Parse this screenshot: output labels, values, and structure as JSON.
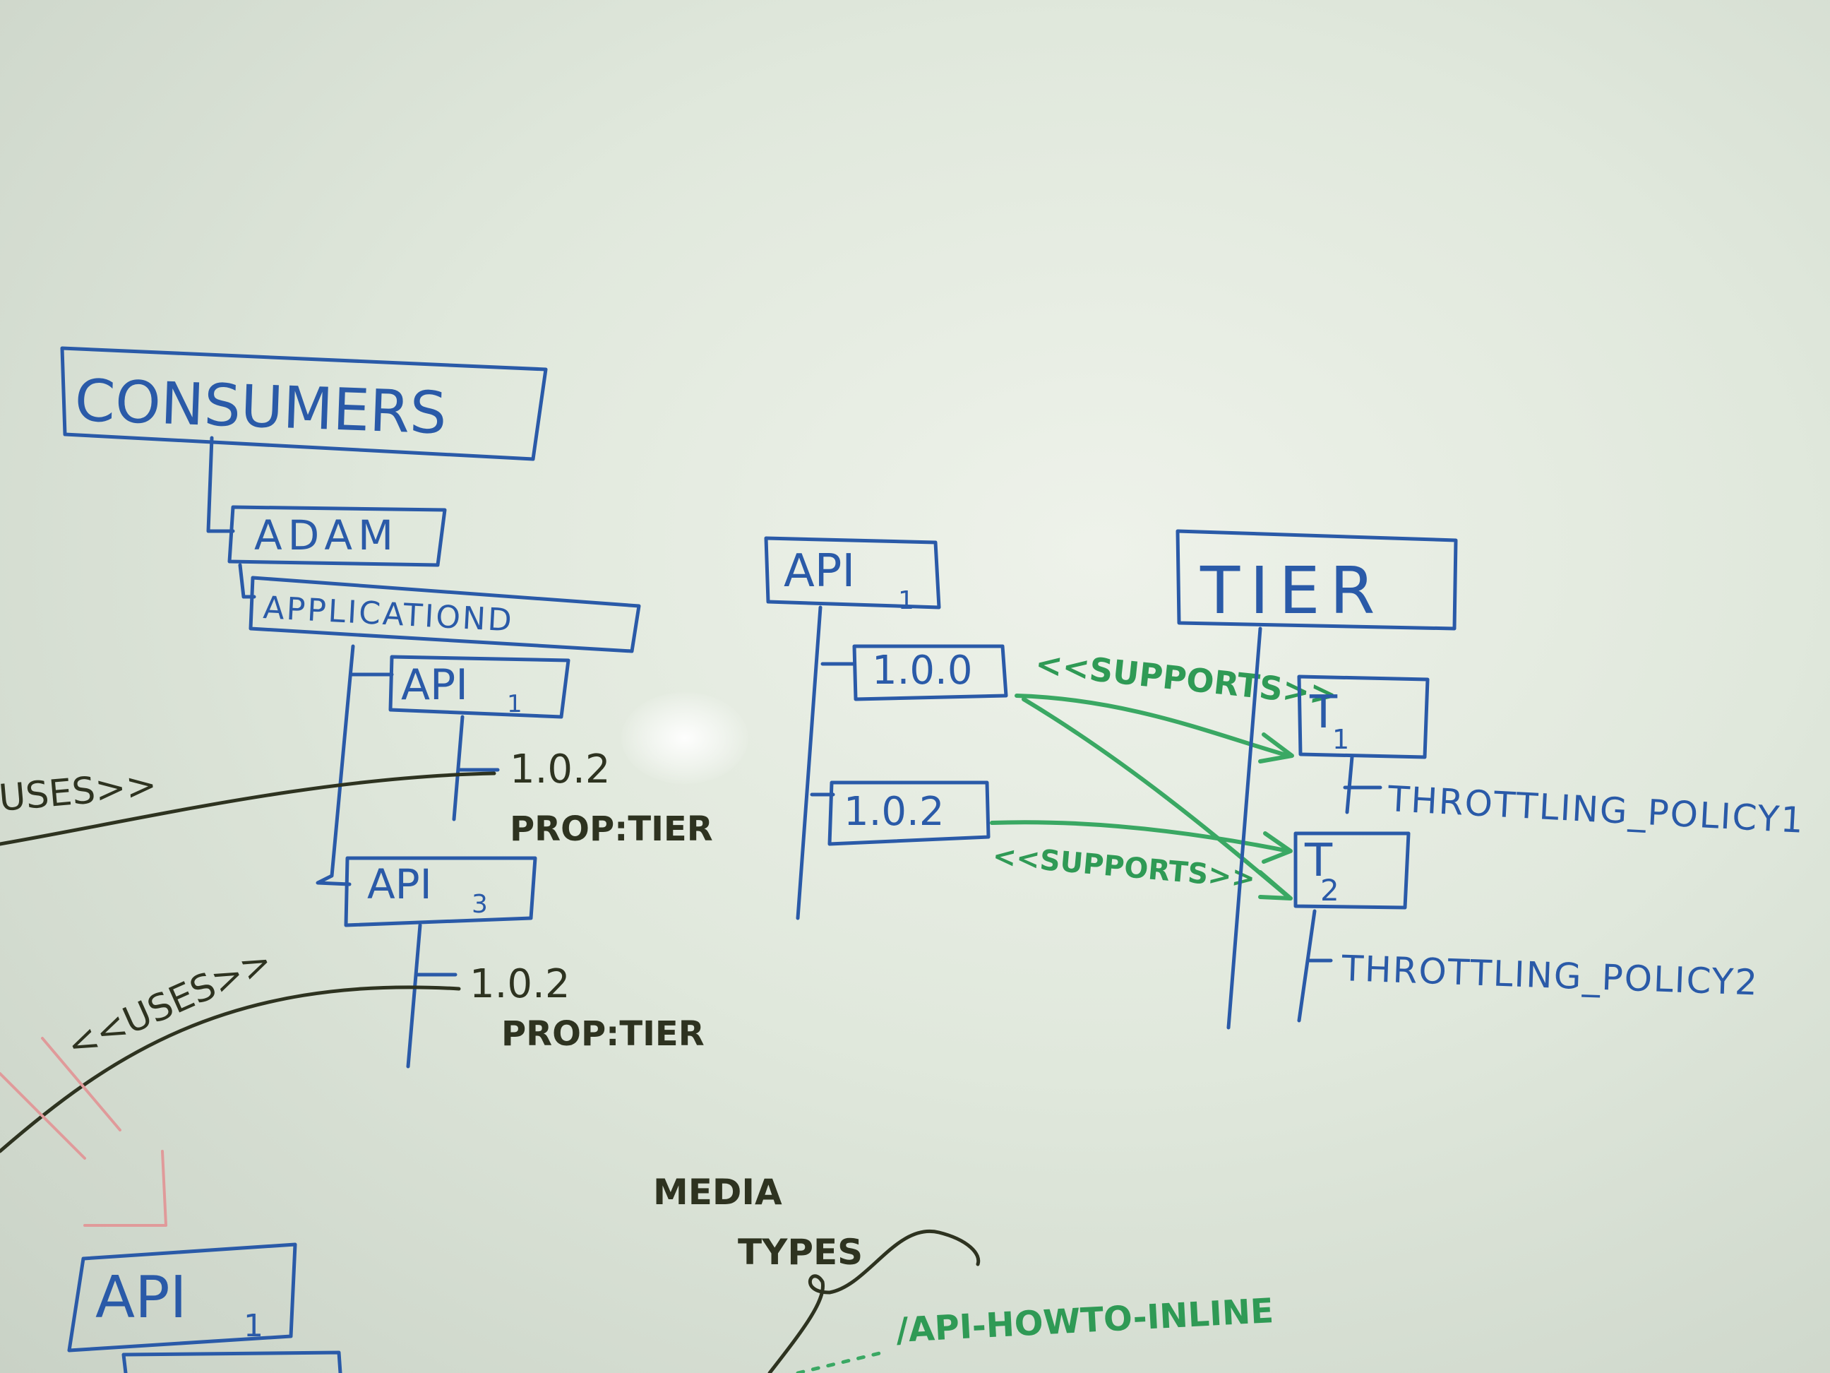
{
  "left_tree": {
    "root": "CONSUMERS",
    "user": "ADAM",
    "application": "APPLICATIOND",
    "api_a": {
      "name": "API",
      "subscript": "1",
      "version": "1.0.2",
      "prop": "PROP:TIER"
    },
    "api_b": {
      "name": "API",
      "subscript": "3",
      "version": "1.0.2",
      "prop": "PROP:TIER"
    },
    "uses_a": "USES>>",
    "uses_b": "<<USES>>"
  },
  "middle": {
    "api": {
      "name": "API",
      "subscript": "1"
    },
    "version_a": "1.0.0",
    "version_b": "1.0.2",
    "supports_a": "<<SUPPORTS>>",
    "supports_b": "<<SUPPORTS>>"
  },
  "tier": {
    "title": "TIER",
    "t1": {
      "name": "T",
      "subscript": "1",
      "policy": "THROTTLING_POLICY1"
    },
    "t2": {
      "name": "T",
      "subscript": "2",
      "policy": "THROTTLING_POLICY2"
    }
  },
  "bottom": {
    "api": {
      "name": "API",
      "subscript": "1"
    },
    "media": [
      "MEDIA",
      "TYPES"
    ],
    "howto": "/API-HOWTO-INLINE"
  },
  "colors": {
    "marker_blue": "#2a5aa8",
    "marker_black": "#2e3320",
    "marker_green": "#3aa863",
    "marker_red": "#e09a9a"
  }
}
